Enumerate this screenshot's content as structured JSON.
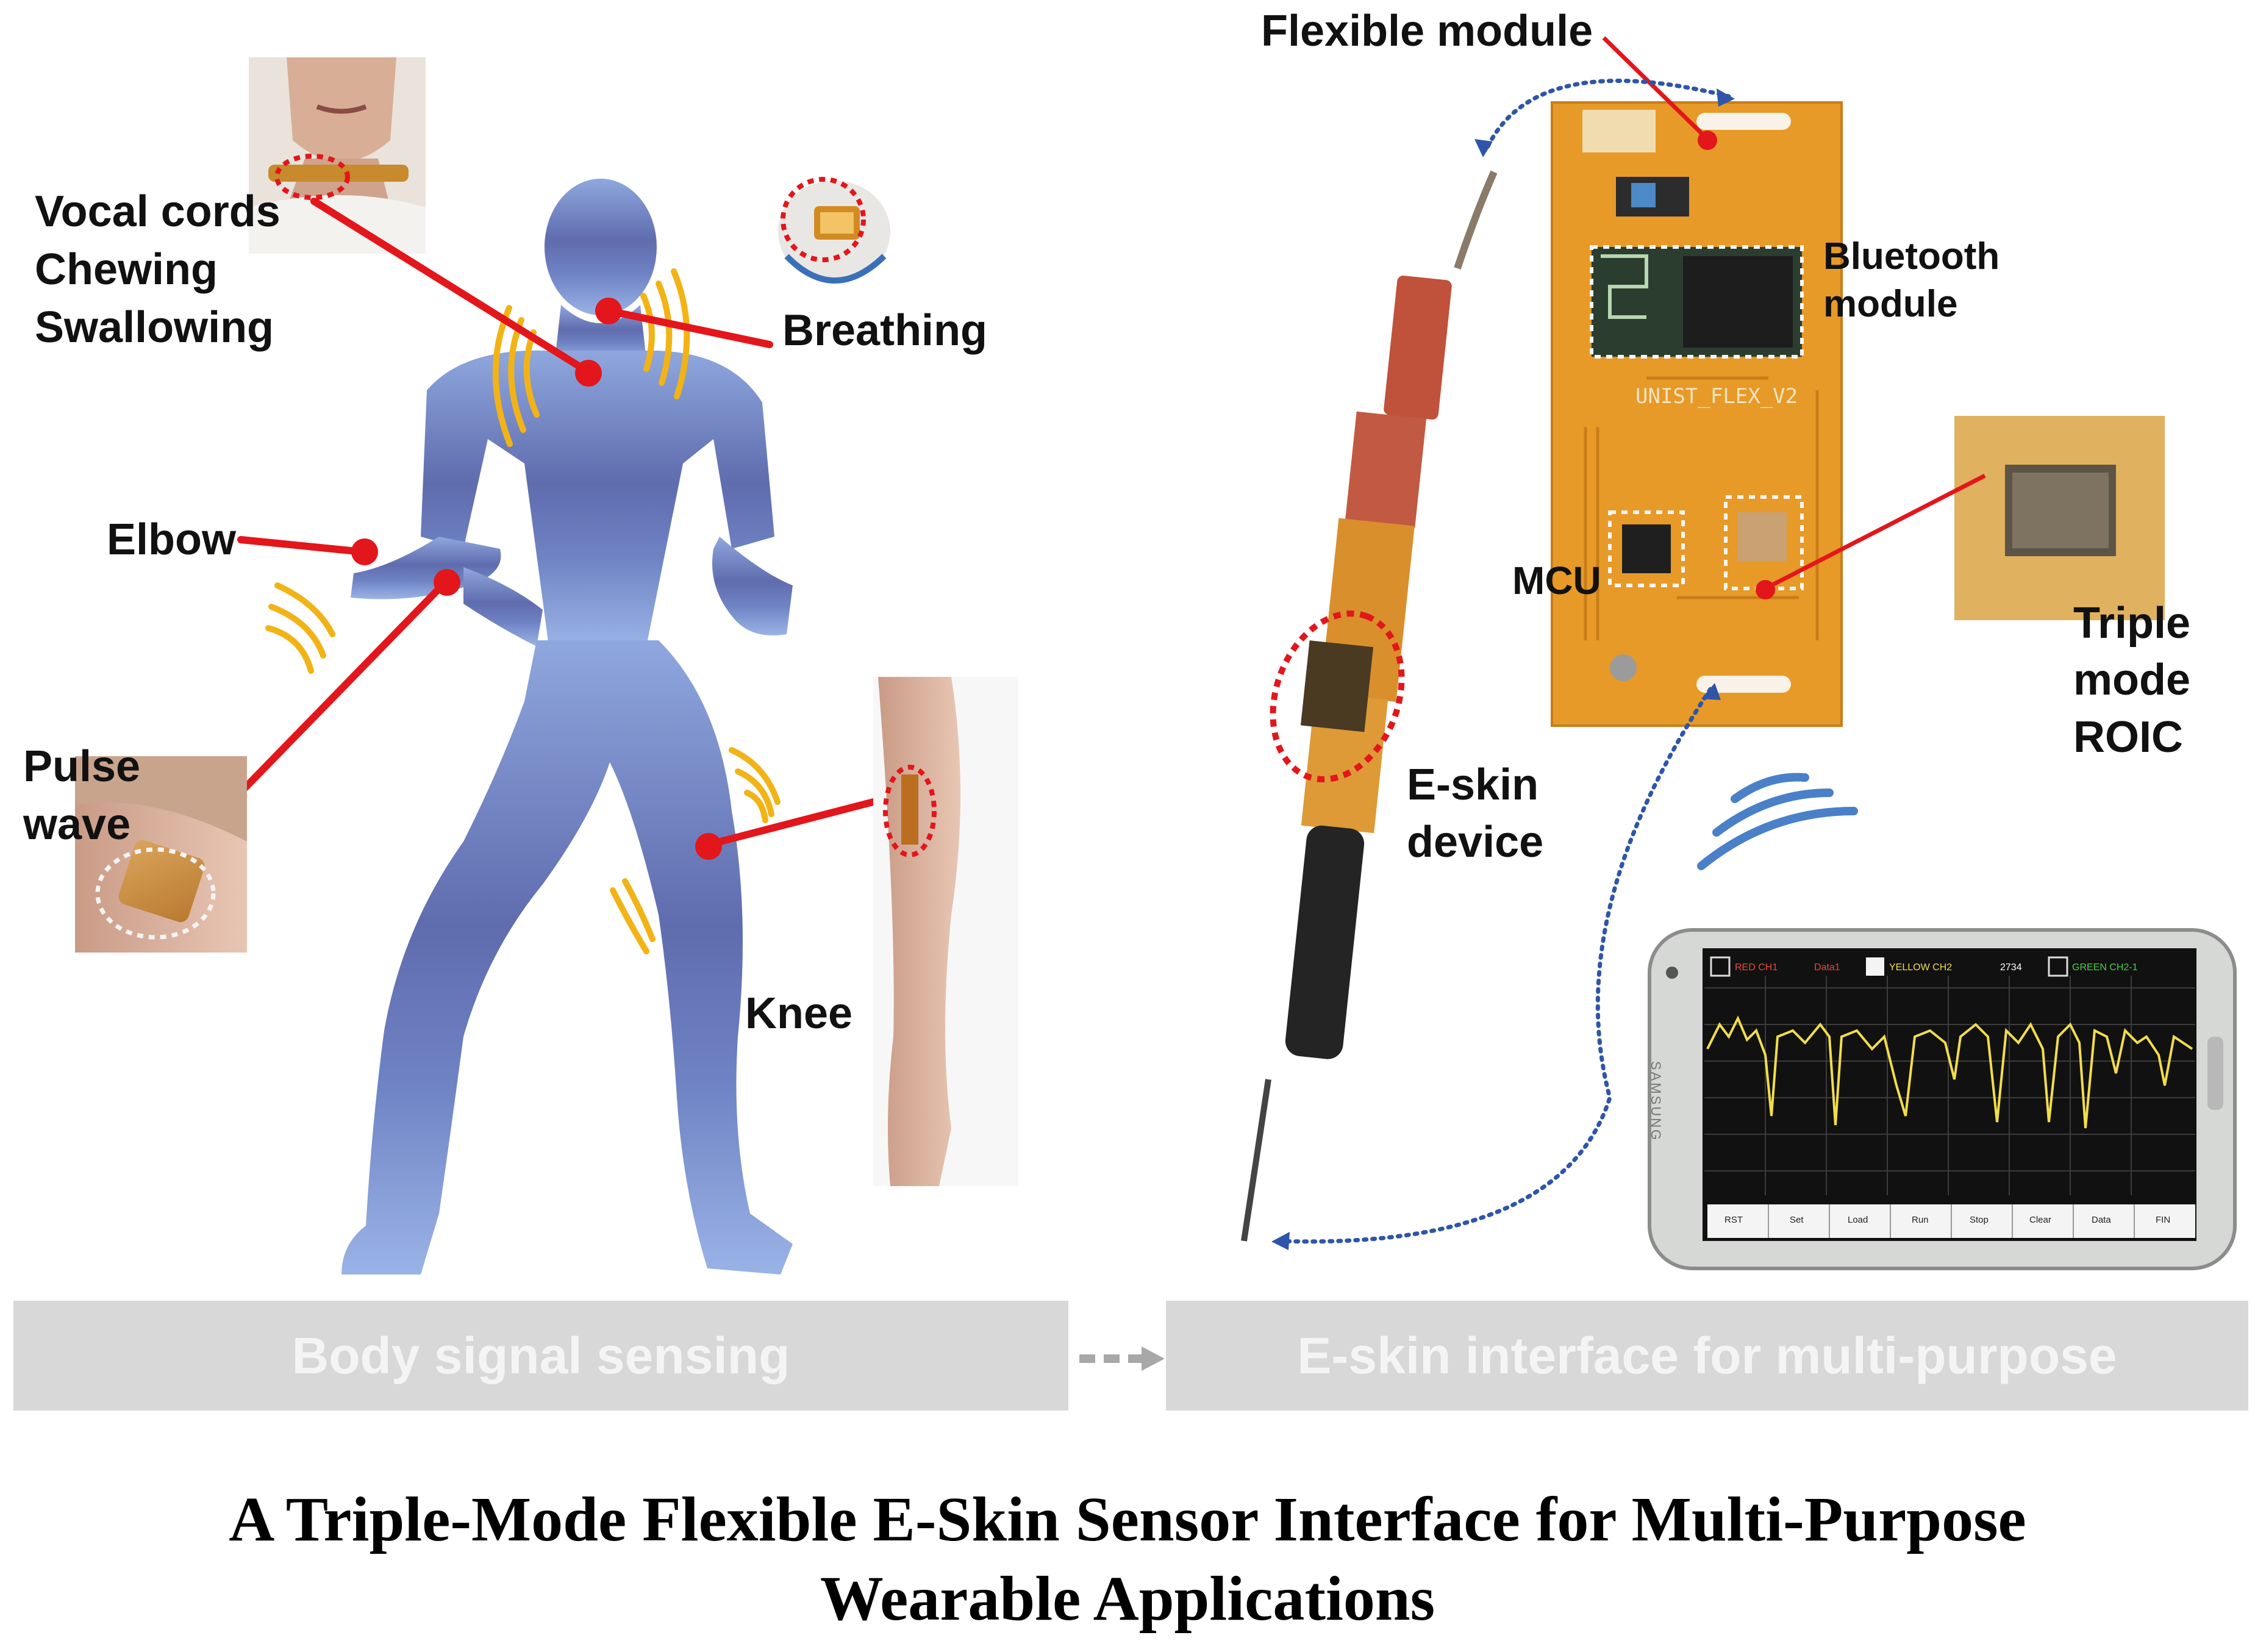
{
  "labels": {
    "vocal": [
      "Vocal cords",
      "Chewing",
      "Swallowing"
    ],
    "breathing": "Breathing",
    "elbow": "Elbow",
    "pulse": [
      "Pulse",
      "wave"
    ],
    "knee": "Knee",
    "flexible_module": "Flexible module",
    "bluetooth": [
      "Bluetooth",
      "module"
    ],
    "mcu": "MCU",
    "roic": [
      "Triple",
      "mode",
      "ROIC"
    ],
    "eskin": [
      "E-skin",
      "device"
    ]
  },
  "pcb": {
    "name": "UNIST_FLEX_V2"
  },
  "phone": {
    "brand": "SAMSUNG",
    "toggles": [
      "RED CH1",
      "Data1",
      "YELLOW CH2",
      "2734",
      "GREEN CH2-1"
    ],
    "buttons": [
      "RST",
      "Set",
      "Load",
      "Run",
      "Stop",
      "Clear",
      "Data",
      "FIN"
    ]
  },
  "bands": {
    "left": "Body signal sensing",
    "right": "E-skin interface for multi-purpose"
  },
  "caption": [
    "A Triple-Mode Flexible E-Skin Sensor Interface for Multi-Purpose",
    "Wearable Applications"
  ],
  "colors": {
    "body": "#6d7fbf",
    "leader": "#e3161b",
    "waves": "#f2b316",
    "pcb": "#e79a28",
    "dotted_arrow": "#2e55a8",
    "band": "#d8d8d8"
  }
}
